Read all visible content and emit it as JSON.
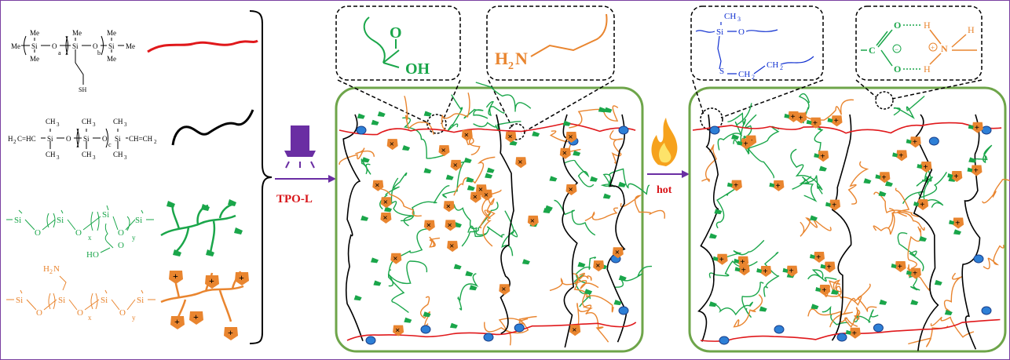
{
  "labels": {
    "initiator": "TPO-L",
    "heat": "hot",
    "me": "Me",
    "si": "Si",
    "o": "O",
    "sh": "SH",
    "a": "a",
    "b": "b",
    "c": "c",
    "x": "x",
    "y": "y",
    "ch3": "CH",
    "three": "3",
    "vinyl_left": "H",
    "vinyl_left2": "C=HC",
    "vinyl_right": "CH=CH",
    "two": "2",
    "ho": "HO",
    "h2n": "H",
    "n": "N",
    "nh2_fragment": "N",
    "zoom1_o": "O",
    "zoom1_oh": "OH",
    "zoom2_h": "H",
    "zoom2_sub": "2",
    "zoom2_n": "N",
    "zoom3_ch3": "CH",
    "zoom3_3": "3",
    "zoom3_si": "Si",
    "zoom3_o": "O",
    "zoom3_s": "S",
    "zoom3_ch2a": "CH",
    "zoom3_ch2b": "CH",
    "zoom3_sub2": "2",
    "zoom4_o_top": "O",
    "zoom4_o_bot": "O",
    "zoom4_c": "C",
    "zoom4_h_top": "H",
    "zoom4_h_bot": "H",
    "zoom4_h_right": "H",
    "zoom4_n": "N",
    "plus": "+",
    "minus": "−",
    "times": "×"
  },
  "colors": {
    "frame": "#7a3fa0",
    "panel_border": "#6ea54a",
    "thiol_chain": "#e0181b",
    "vinyl_chain": "#000000",
    "carboxyl_chain": "#1aa64a",
    "amine_chain": "#e9852f",
    "crosslink_node": "#2d7fd6",
    "lamp": "#6a2ea3",
    "arrow": "#6a2ea3",
    "red_text": "#d81418",
    "blue_text": "#1030d0",
    "amine_tag": "#e9852f",
    "carboxyl_tag": "#1aa64a"
  }
}
